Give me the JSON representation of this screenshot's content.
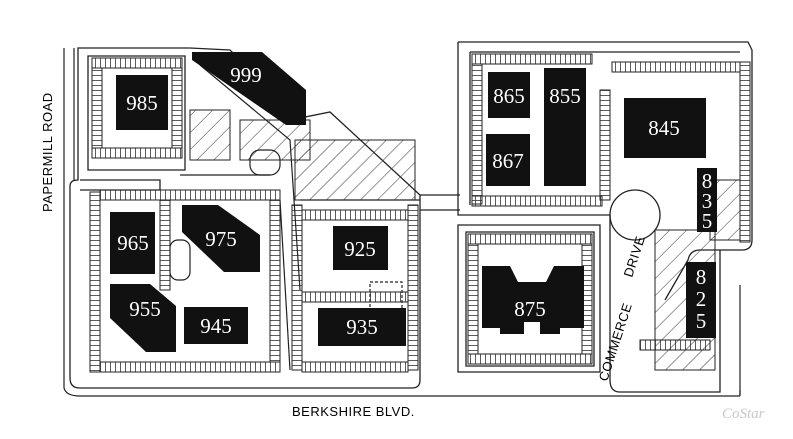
{
  "roads": {
    "papermill": "PAPERMILL ROAD",
    "berkshire": "BERKSHIRE BLVD.",
    "commerce": "COMMERCE",
    "drive": "DRIVE"
  },
  "watermark": "CoStar",
  "buildings": {
    "b999": "999",
    "b985": "985",
    "b865": "865",
    "b855": "855",
    "b845": "845",
    "b867": "867",
    "b835": [
      "8",
      "3",
      "5"
    ],
    "b965": "965",
    "b975": "975",
    "b925": "925",
    "b875": "875",
    "b955": "955",
    "b945": "945",
    "b935": "935",
    "b825": [
      "8",
      "2",
      "5"
    ]
  },
  "colors": {
    "building": "#111111",
    "line": "#222222",
    "paper": "#ffffff",
    "watermark": "#c8c8c8"
  }
}
